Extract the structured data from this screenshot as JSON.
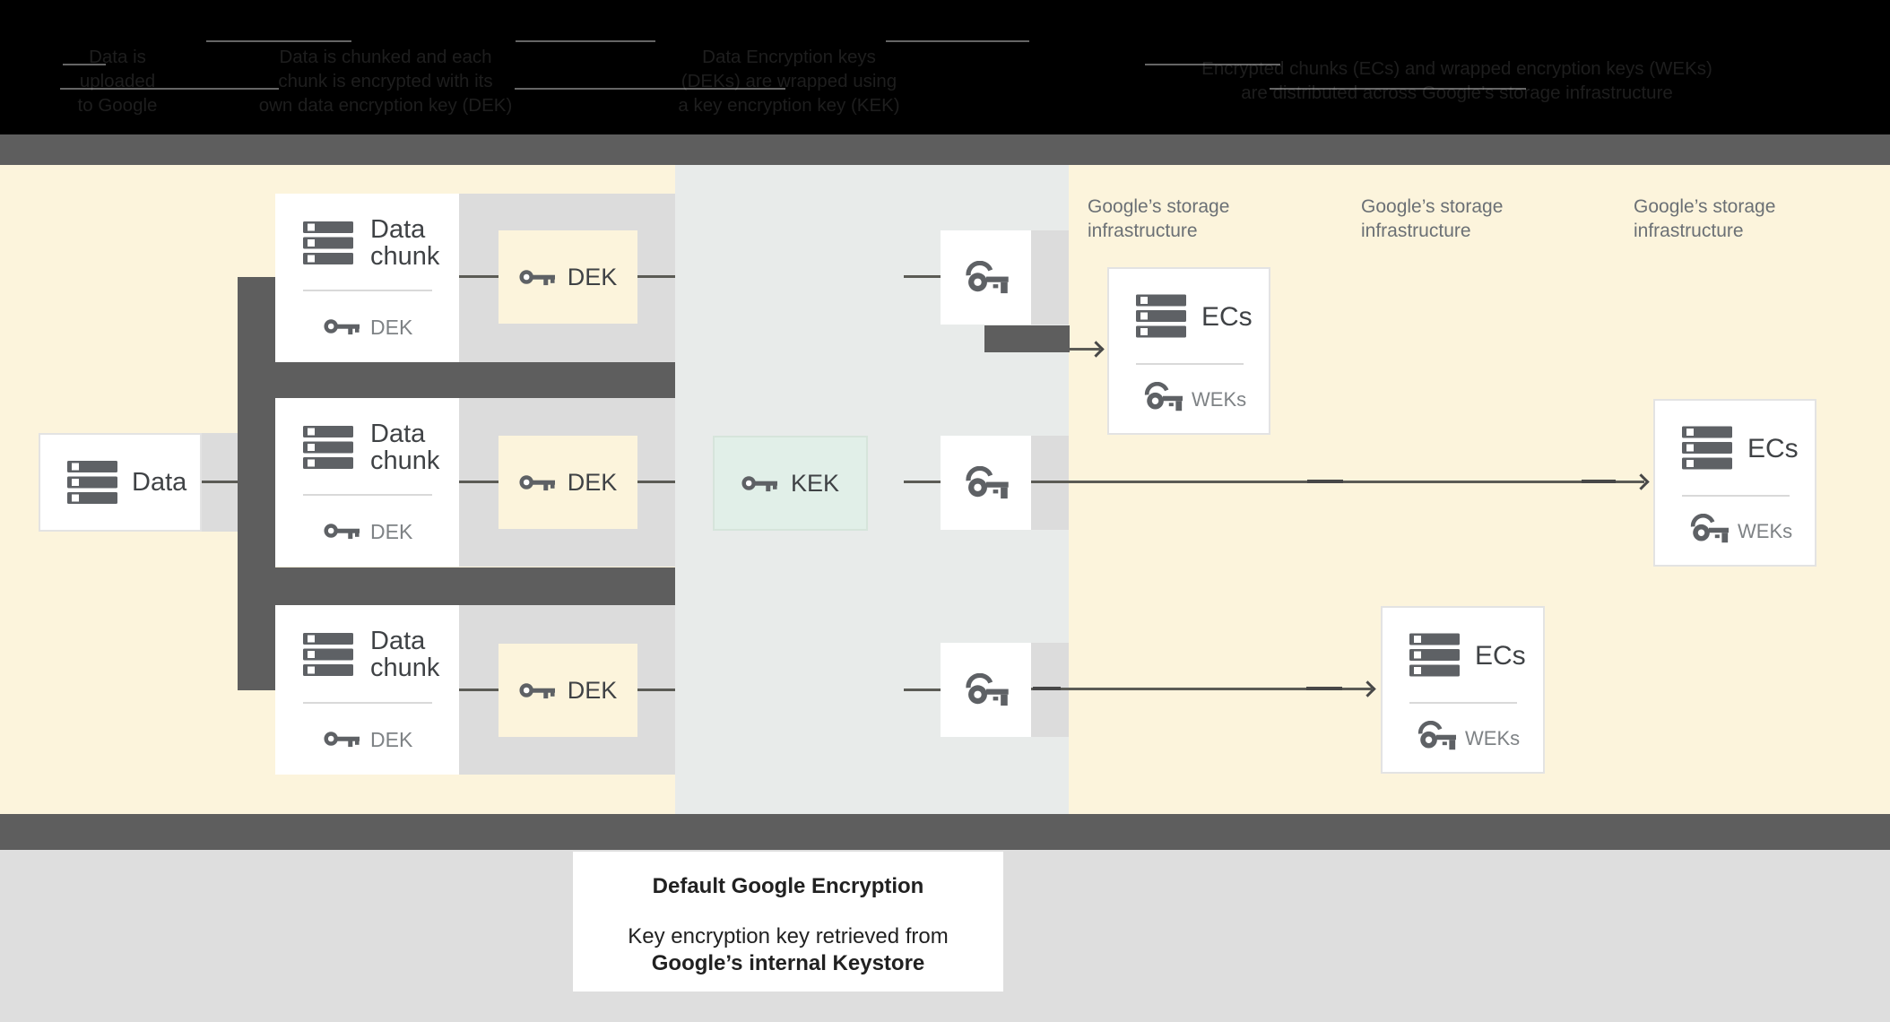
{
  "colors": {
    "black": "#000000",
    "bar": "#5e5e5e",
    "cream": "#fcf4dc",
    "midbg": "#e8ebea",
    "band": "#dcdcdc",
    "footer": "#dedede",
    "white": "#ffffff",
    "mint": "#e1efe8",
    "mintborder": "#d6e4db",
    "boxborder": "#e3e3e3",
    "divider": "#d9d9d9",
    "ink": "#3f4245",
    "muted": "#7e8285",
    "label": "#6b7075",
    "icon": "#5e6165",
    "line": "#5b5b55",
    "linedark": "#474747",
    "headerink": "#1e1e1e"
  },
  "header": {
    "columns": [
      {
        "line1": "Data is",
        "line2": "uploaded",
        "line3": "to Google"
      },
      {
        "line1": "Data is chunked and each",
        "line2": "chunk is encrypted with its",
        "line3": "own data encryption key (DEK)"
      },
      {
        "line1": "Data Encryption keys",
        "line2": "(DEKs) are wrapped using",
        "line3": "a key encryption key (KEK)"
      },
      {
        "line1": "Encrypted chunks (ECs) and wrapped encryption keys (WEKs)",
        "line2": "are distributed across Google’s storage infrastructure",
        "line3": ""
      }
    ]
  },
  "diagram": {
    "data_box": {
      "label": "Data"
    },
    "chunks": [
      {
        "line1": "Data",
        "line2": "chunk",
        "key": "DEK"
      },
      {
        "line1": "Data",
        "line2": "chunk",
        "key": "DEK"
      },
      {
        "line1": "Data",
        "line2": "chunk",
        "key": "DEK"
      }
    ],
    "deks": [
      {
        "label": "DEK"
      },
      {
        "label": "DEK"
      },
      {
        "label": "DEK"
      }
    ],
    "kek": {
      "label": "KEK"
    },
    "storage_labels": [
      {
        "line1": "Google’s storage",
        "line2": "infrastructure"
      },
      {
        "line1": "Google’s storage",
        "line2": "infrastructure"
      },
      {
        "line1": "Google’s storage",
        "line2": "infrastructure"
      }
    ],
    "ecs": [
      {
        "title": "ECs",
        "key": "WEKs"
      },
      {
        "title": "ECs",
        "key": "WEKs"
      },
      {
        "title": "ECs",
        "key": "WEKs"
      }
    ]
  },
  "caption": {
    "title": "Default Google Encryption",
    "line1": "Key encryption key retrieved from",
    "line2": "Google’s internal Keystore"
  }
}
